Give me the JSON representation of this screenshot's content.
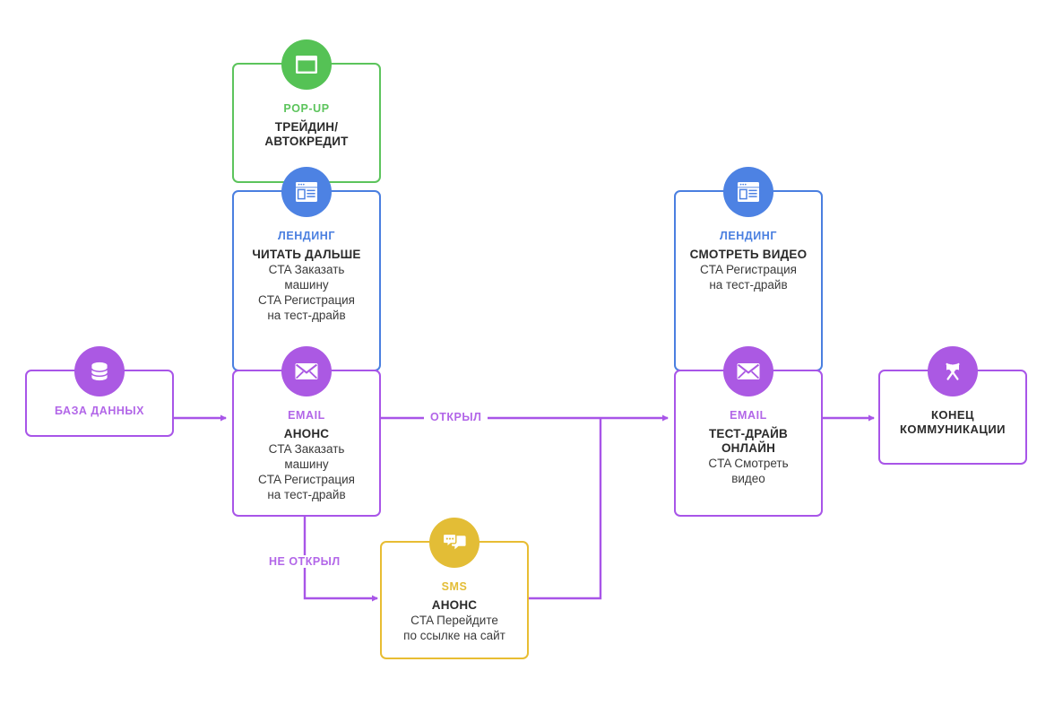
{
  "diagram": {
    "title": "Email marketing communication flow",
    "background": "#ffffff",
    "colors": {
      "green": "#5cc45c",
      "blue": "#4a7fe0",
      "purple": "#a855e8",
      "purple_text": "#b266e8",
      "amber": "#e3bd36",
      "text_dark": "#2b2b2b"
    }
  },
  "nodes": {
    "database": {
      "label": "БАЗА ДАННЫХ",
      "icon": "database-icon",
      "color": "#a855e8"
    },
    "popup": {
      "kicker": "POP-UP",
      "headline_1": "ТРЕЙДИН/",
      "headline_2": "АВТОКРЕДИТ",
      "icon": "popup-window-icon",
      "color": "#5cc45c"
    },
    "landing_left": {
      "kicker": "ЛЕНДИНГ",
      "headline": "ЧИТАТЬ ДАЛЬШЕ",
      "sub_1": "CTA Заказать",
      "sub_2": "машину",
      "sub_3": "CTA Регистрация",
      "sub_4": "на тест-драйв",
      "icon": "landing-page-icon",
      "color": "#4a7fe0"
    },
    "email_left": {
      "kicker": "EMAIL",
      "headline": "АНОНС",
      "sub_1": "CTA Заказать",
      "sub_2": "машину",
      "sub_3": "CTA Регистрация",
      "sub_4": "на тест-драйв",
      "icon": "envelope-icon",
      "color": "#a855e8"
    },
    "sms": {
      "kicker": "SMS",
      "headline": "АНОНС",
      "sub_1": "CTA Перейдите",
      "sub_2": "по ссылке на сайт",
      "icon": "chat-bubbles-icon",
      "color": "#e3bd36"
    },
    "landing_right": {
      "kicker": "ЛЕНДИНГ",
      "headline": "СМОТРЕТЬ ВИДЕО",
      "sub_1": "CTA Регистрация",
      "sub_2": "на тест-драйв",
      "icon": "landing-page-icon",
      "color": "#4a7fe0"
    },
    "email_right": {
      "kicker": "EMAIL",
      "headline_1": "ТЕСТ-ДРАЙВ",
      "headline_2": "ОНЛАЙН",
      "sub_1": "CTA Смотреть",
      "sub_2": "видео",
      "icon": "envelope-icon",
      "color": "#a855e8"
    },
    "end": {
      "label_1": "КОНЕЦ",
      "label_2": "КОММУНИКАЦИИ",
      "icon": "crossed-flags-icon",
      "color": "#a855e8"
    }
  },
  "edges": {
    "opened": "ОТКРЫЛ",
    "not_opened": "НЕ ОТКРЫЛ"
  }
}
